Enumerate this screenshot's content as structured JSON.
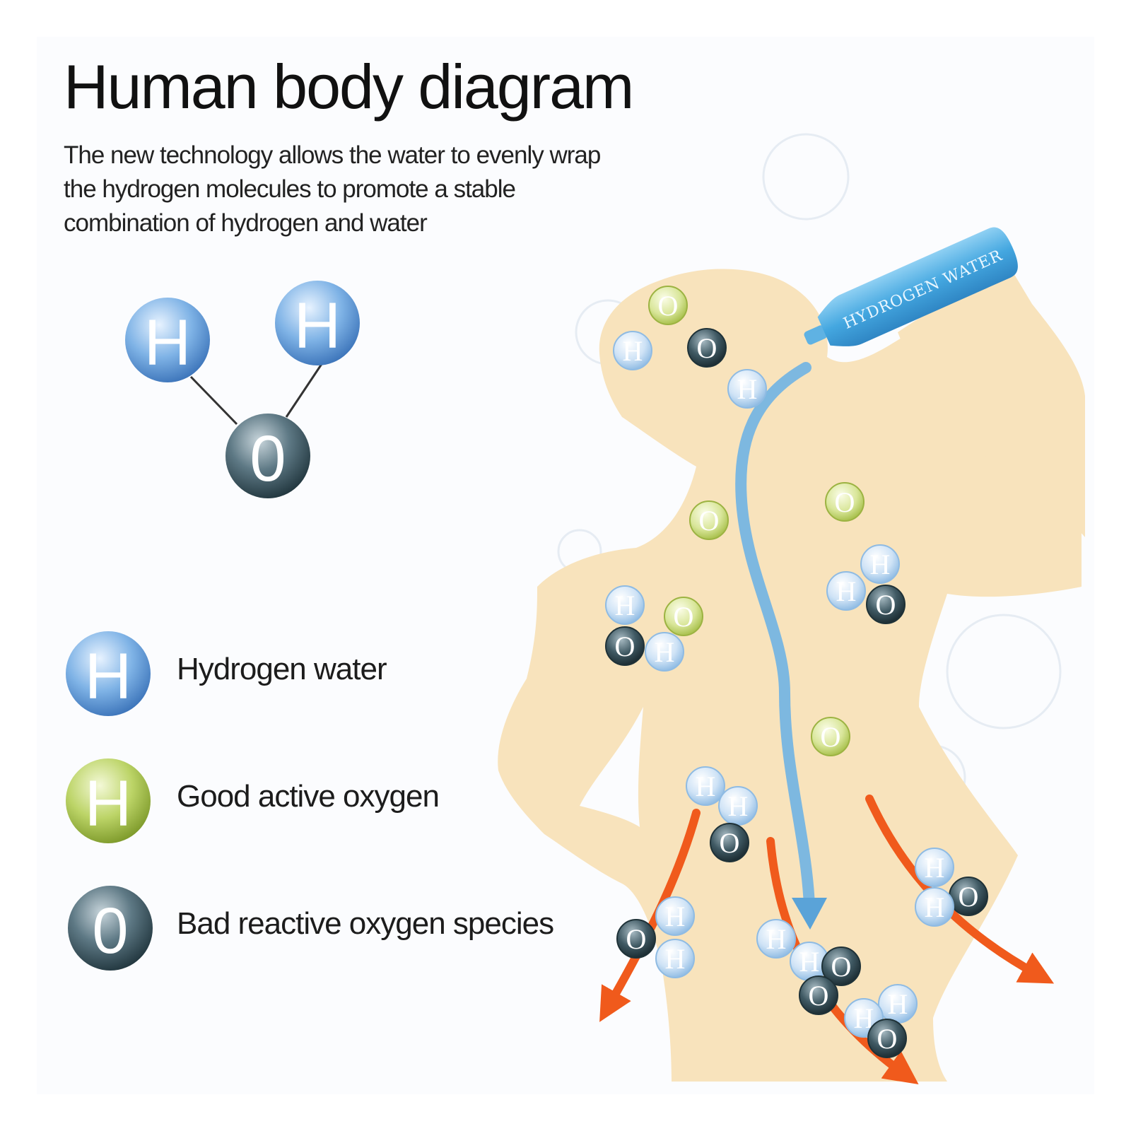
{
  "title": "Human body diagram",
  "subtitle": "The new technology allows the water to evenly wrap the hydrogen molecules to promote a stable combination of hydrogen and water",
  "molecule": {
    "h1": "H",
    "h2": "H",
    "o": "0"
  },
  "legend": [
    {
      "symbol": "H",
      "label": "Hydrogen water",
      "color": "#5b97d6"
    },
    {
      "symbol": "H",
      "label": "Good active oxygen",
      "color": "#a8c24a"
    },
    {
      "symbol": "0",
      "label": "Bad reactive oxygen species",
      "color": "#3d5864"
    }
  ],
  "bottle": {
    "label": "HYDROGEN WATER"
  },
  "atoms": {
    "h": "H",
    "o": "O"
  },
  "colors": {
    "body": "#f8e3bc",
    "hydrogen": "#5b97d6",
    "good_oxygen": "#a8c24a",
    "bad_oxygen": "#3d5864",
    "flow": "#7db8e0",
    "arrow": "#f05a1c"
  }
}
